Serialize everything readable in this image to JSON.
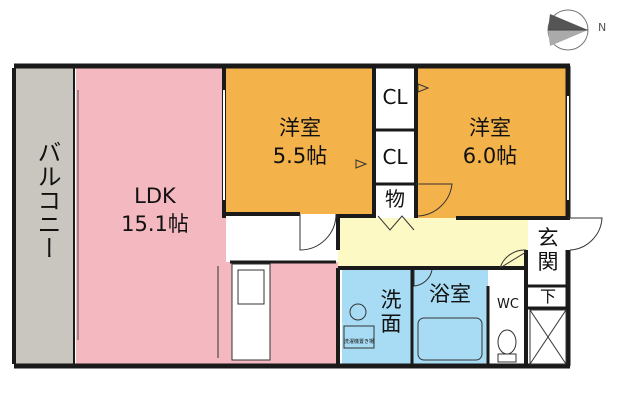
{
  "compass": {
    "label": "N"
  },
  "rooms": {
    "balcony": {
      "label": "バルコニー",
      "color": "#c8c6be"
    },
    "ldk": {
      "name": "LDK",
      "size": "15.1帖",
      "color": "#f4b8c0"
    },
    "western1": {
      "name": "洋室",
      "size": "5.5帖",
      "color": "#f4b24a"
    },
    "western2": {
      "name": "洋室",
      "size": "6.0帖",
      "color": "#f4b24a"
    },
    "closet1": {
      "label": "CL"
    },
    "closet2": {
      "label": "CL"
    },
    "storage": {
      "label": "物"
    },
    "hall": {
      "color": "#fdf9c4"
    },
    "entrance": {
      "label": "玄\n関"
    },
    "shoebox": {
      "label": "下"
    },
    "washroom": {
      "label": "洗\n面",
      "color": "#a8dcf4"
    },
    "bath": {
      "label": "浴室",
      "color": "#a8dcf4"
    },
    "wc": {
      "label": "WC"
    },
    "washer": {
      "label": "洗濯機置き場"
    }
  }
}
